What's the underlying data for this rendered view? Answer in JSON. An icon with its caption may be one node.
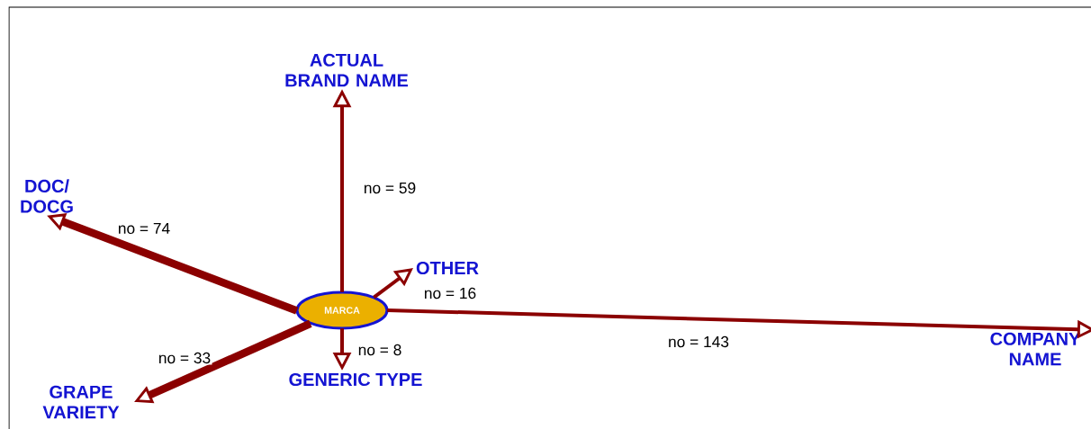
{
  "diagram": {
    "nodes": [
      {
        "text": [
          "MARCA"
        ]
      },
      {
        "text": [
          "ACTUAL BRAND NAME"
        ]
      },
      {
        "text": [
          "DOC/ DOCG"
        ]
      },
      {
        "text": [
          "OTHER"
        ]
      },
      {
        "text": [
          "COMPANY NAME"
        ]
      },
      {
        "text": [
          "GENERIC TYPE"
        ]
      },
      {
        "text": [
          "GRAPE VARIETY"
        ]
      }
    ],
    "edges": [
      {
        "from": 0,
        "to": 1,
        "arrow": "to",
        "label": "no = 59"
      },
      {
        "from": 0,
        "to": 2,
        "arrow": "to",
        "label": "no = 74",
        "style": "thick"
      },
      {
        "from": 0,
        "to": 3,
        "arrow": "to",
        "label": "no = 16"
      },
      {
        "from": 0,
        "to": 4,
        "arrow": "to",
        "label": "no = 143"
      },
      {
        "from": 0,
        "to": 5,
        "arrow": "to",
        "label": "no = 8"
      },
      {
        "from": 0,
        "to": 6,
        "arrow": "to",
        "label": "no = 33",
        "style": "thick"
      }
    ]
  }
}
